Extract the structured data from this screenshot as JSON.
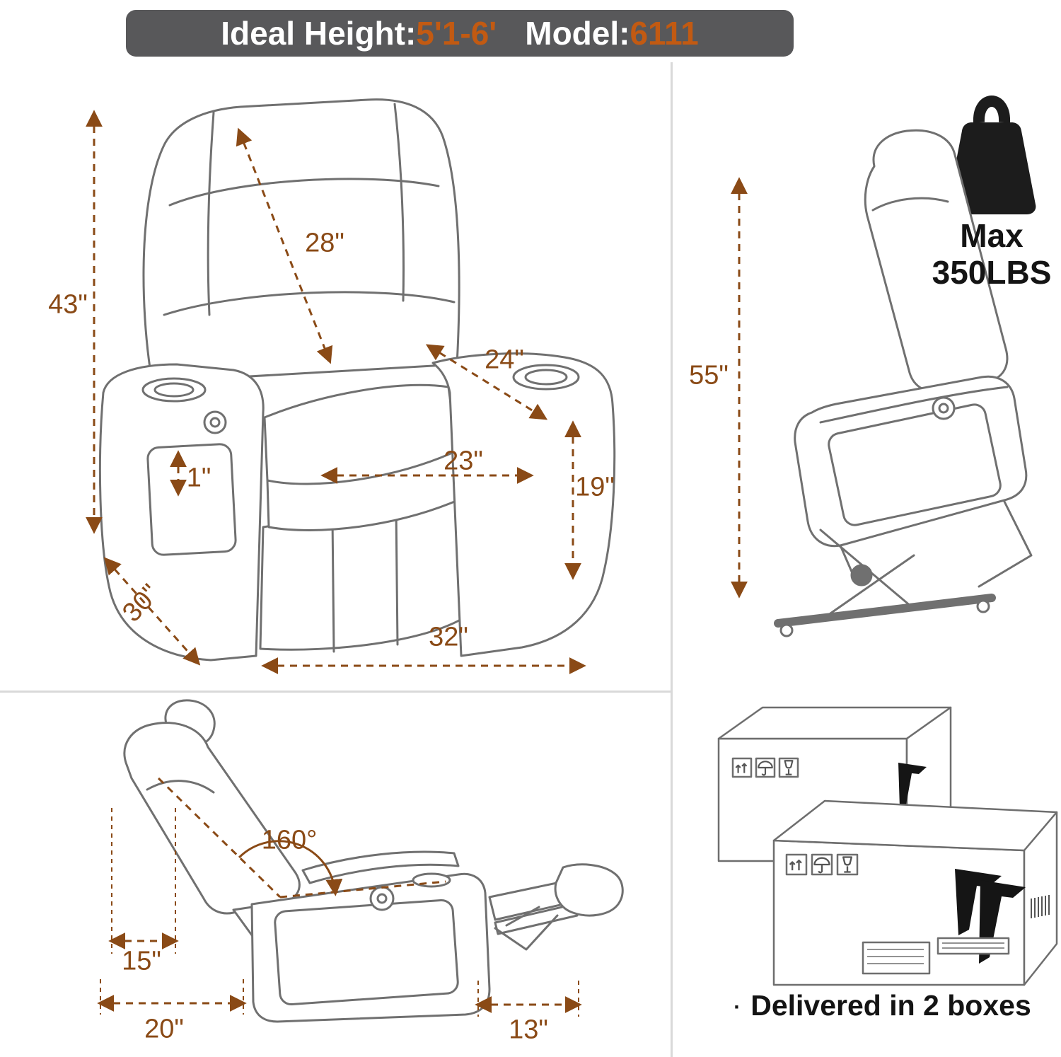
{
  "header": {
    "ideal_height_label": "Ideal Height:",
    "ideal_height_value": "5'1-6'",
    "model_label": "Model:",
    "model_value": "6111"
  },
  "front_view": {
    "dims": {
      "overall_height": "43\"",
      "backrest_height": "28\"",
      "seat_to_arm_diagonal": "24\"",
      "seat_width": "23\"",
      "gap": "1\"",
      "seat_height": "19\"",
      "depth": "30\"",
      "overall_width": "32\""
    }
  },
  "side_view": {
    "lift_height": "55\"",
    "max_weight": {
      "line1": "Max",
      "line2": "350LBS"
    }
  },
  "reclined_view": {
    "recline_angle": "160°",
    "back_travel": "15\"",
    "base_depth": "20\"",
    "footrest_length": "13\""
  },
  "delivery": {
    "bullet": "·",
    "text": "Delivered in 2 boxes"
  },
  "colors": {
    "accent_orange": "#C25A12",
    "dimension_brown": "#8A4A16",
    "header_bg": "#58585A",
    "line_gray": "#707070"
  }
}
